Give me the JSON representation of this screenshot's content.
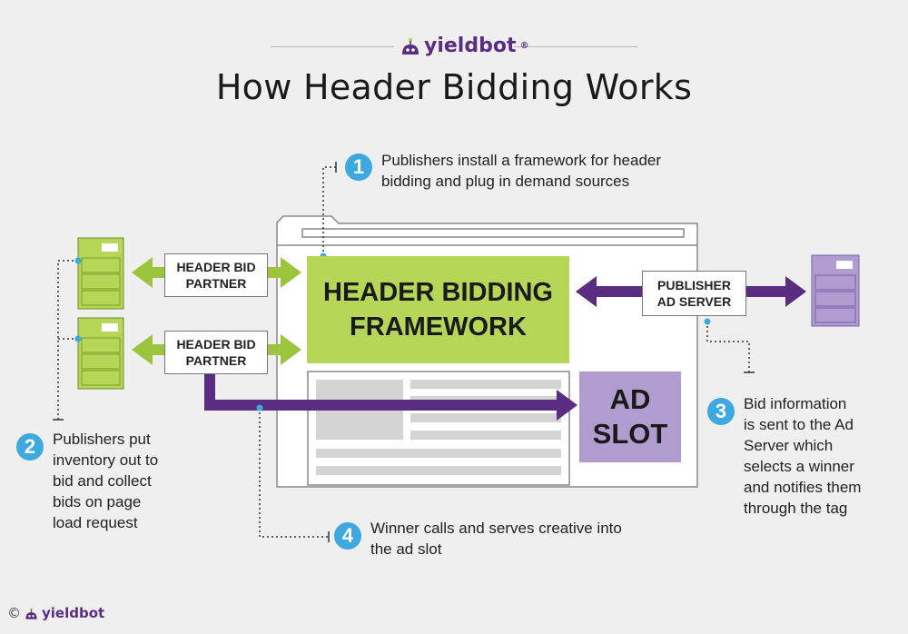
{
  "brand": {
    "name": "yieldbot",
    "trademark": "®"
  },
  "title": "How Header Bidding Works",
  "steps": [
    {
      "number": "1",
      "text_lines": [
        "Publishers install a framework for header",
        "bidding and plug in demand sources"
      ]
    },
    {
      "number": "2",
      "text_lines": [
        "Publishers put",
        "inventory out to",
        "bid and collect",
        "bids on page",
        "load request"
      ]
    },
    {
      "number": "3",
      "text_lines": [
        "Bid information",
        "is sent to the Ad",
        "Server which",
        "selects a winner",
        "and notifies them",
        "through the tag"
      ]
    },
    {
      "number": "4",
      "text_lines": [
        "Winner calls and serves creative into",
        "the ad slot"
      ]
    }
  ],
  "header_bid_partner_1": [
    "HEADER BID",
    "PARTNER"
  ],
  "header_bid_partner_2": [
    "HEADER BID",
    "PARTNER"
  ],
  "publisher_ad_server": [
    "PUBLISHER",
    "AD SERVER"
  ],
  "framework": [
    "HEADER BIDDING",
    "FRAMEWORK"
  ],
  "ad_slot": [
    "AD",
    "SLOT"
  ],
  "footer": {
    "copyright": "©",
    "brand": "yieldbot"
  },
  "colors": {
    "green": "#b5d657",
    "purple": "#5a2d82",
    "lavender": "#b19cd0",
    "blue": "#3ea9de",
    "gray": "#efefef"
  }
}
